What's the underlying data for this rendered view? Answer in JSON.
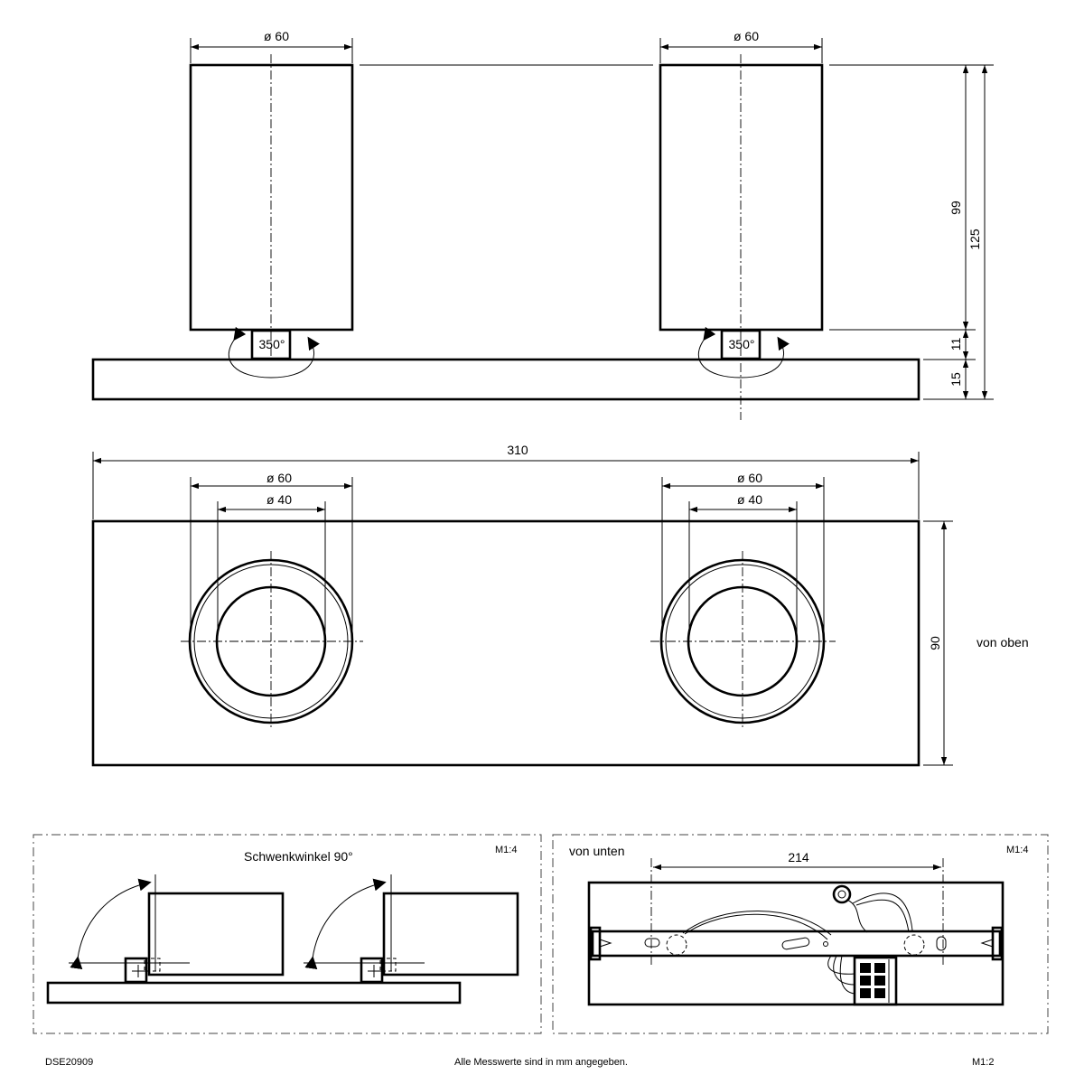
{
  "side_view": {
    "dia_left": "ø 60",
    "dia_right": "ø 60",
    "rot_left": "350°",
    "rot_right": "350°",
    "dim_99": "99",
    "dim_125": "125",
    "dim_11": "11",
    "dim_15": "15"
  },
  "top_view": {
    "width_310": "310",
    "outer_left": "ø 60",
    "inner_left": "ø 40",
    "outer_right": "ø 60",
    "inner_right": "ø 40",
    "height_90": "90",
    "caption": "von oben"
  },
  "tilt_panel": {
    "title": "Schwenkwinkel 90°",
    "scale": "M1:4"
  },
  "bottom_panel": {
    "title": "von unten",
    "scale": "M1:4",
    "dim_214": "214"
  },
  "footer": {
    "drawing_id": "DSE20909",
    "note": "Alle Messwerte sind in mm angegeben.",
    "scale": "M1:2"
  }
}
